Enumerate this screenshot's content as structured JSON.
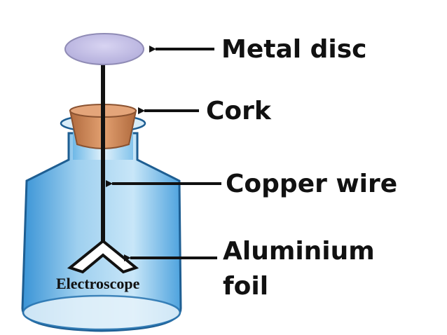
{
  "labels": {
    "metal_disc": "Metal disc",
    "cork": "Cork",
    "copper_wire": "Copper wire",
    "aluminium_foil_line1": "Aluminium",
    "aluminium_foil_line2": "foil",
    "caption": "Electroscope"
  },
  "colors": {
    "disc_fill": "#c4c0e4",
    "disc_edge": "#8f8bb5",
    "cork_fill": "#d2895a",
    "cork_edge": "#8a5230",
    "glass_light": "#e8f4fc",
    "glass_mid": "#9fd0ef",
    "glass_dark": "#3a94d6",
    "glass_edge": "#1e5e92",
    "line": "#111111"
  }
}
